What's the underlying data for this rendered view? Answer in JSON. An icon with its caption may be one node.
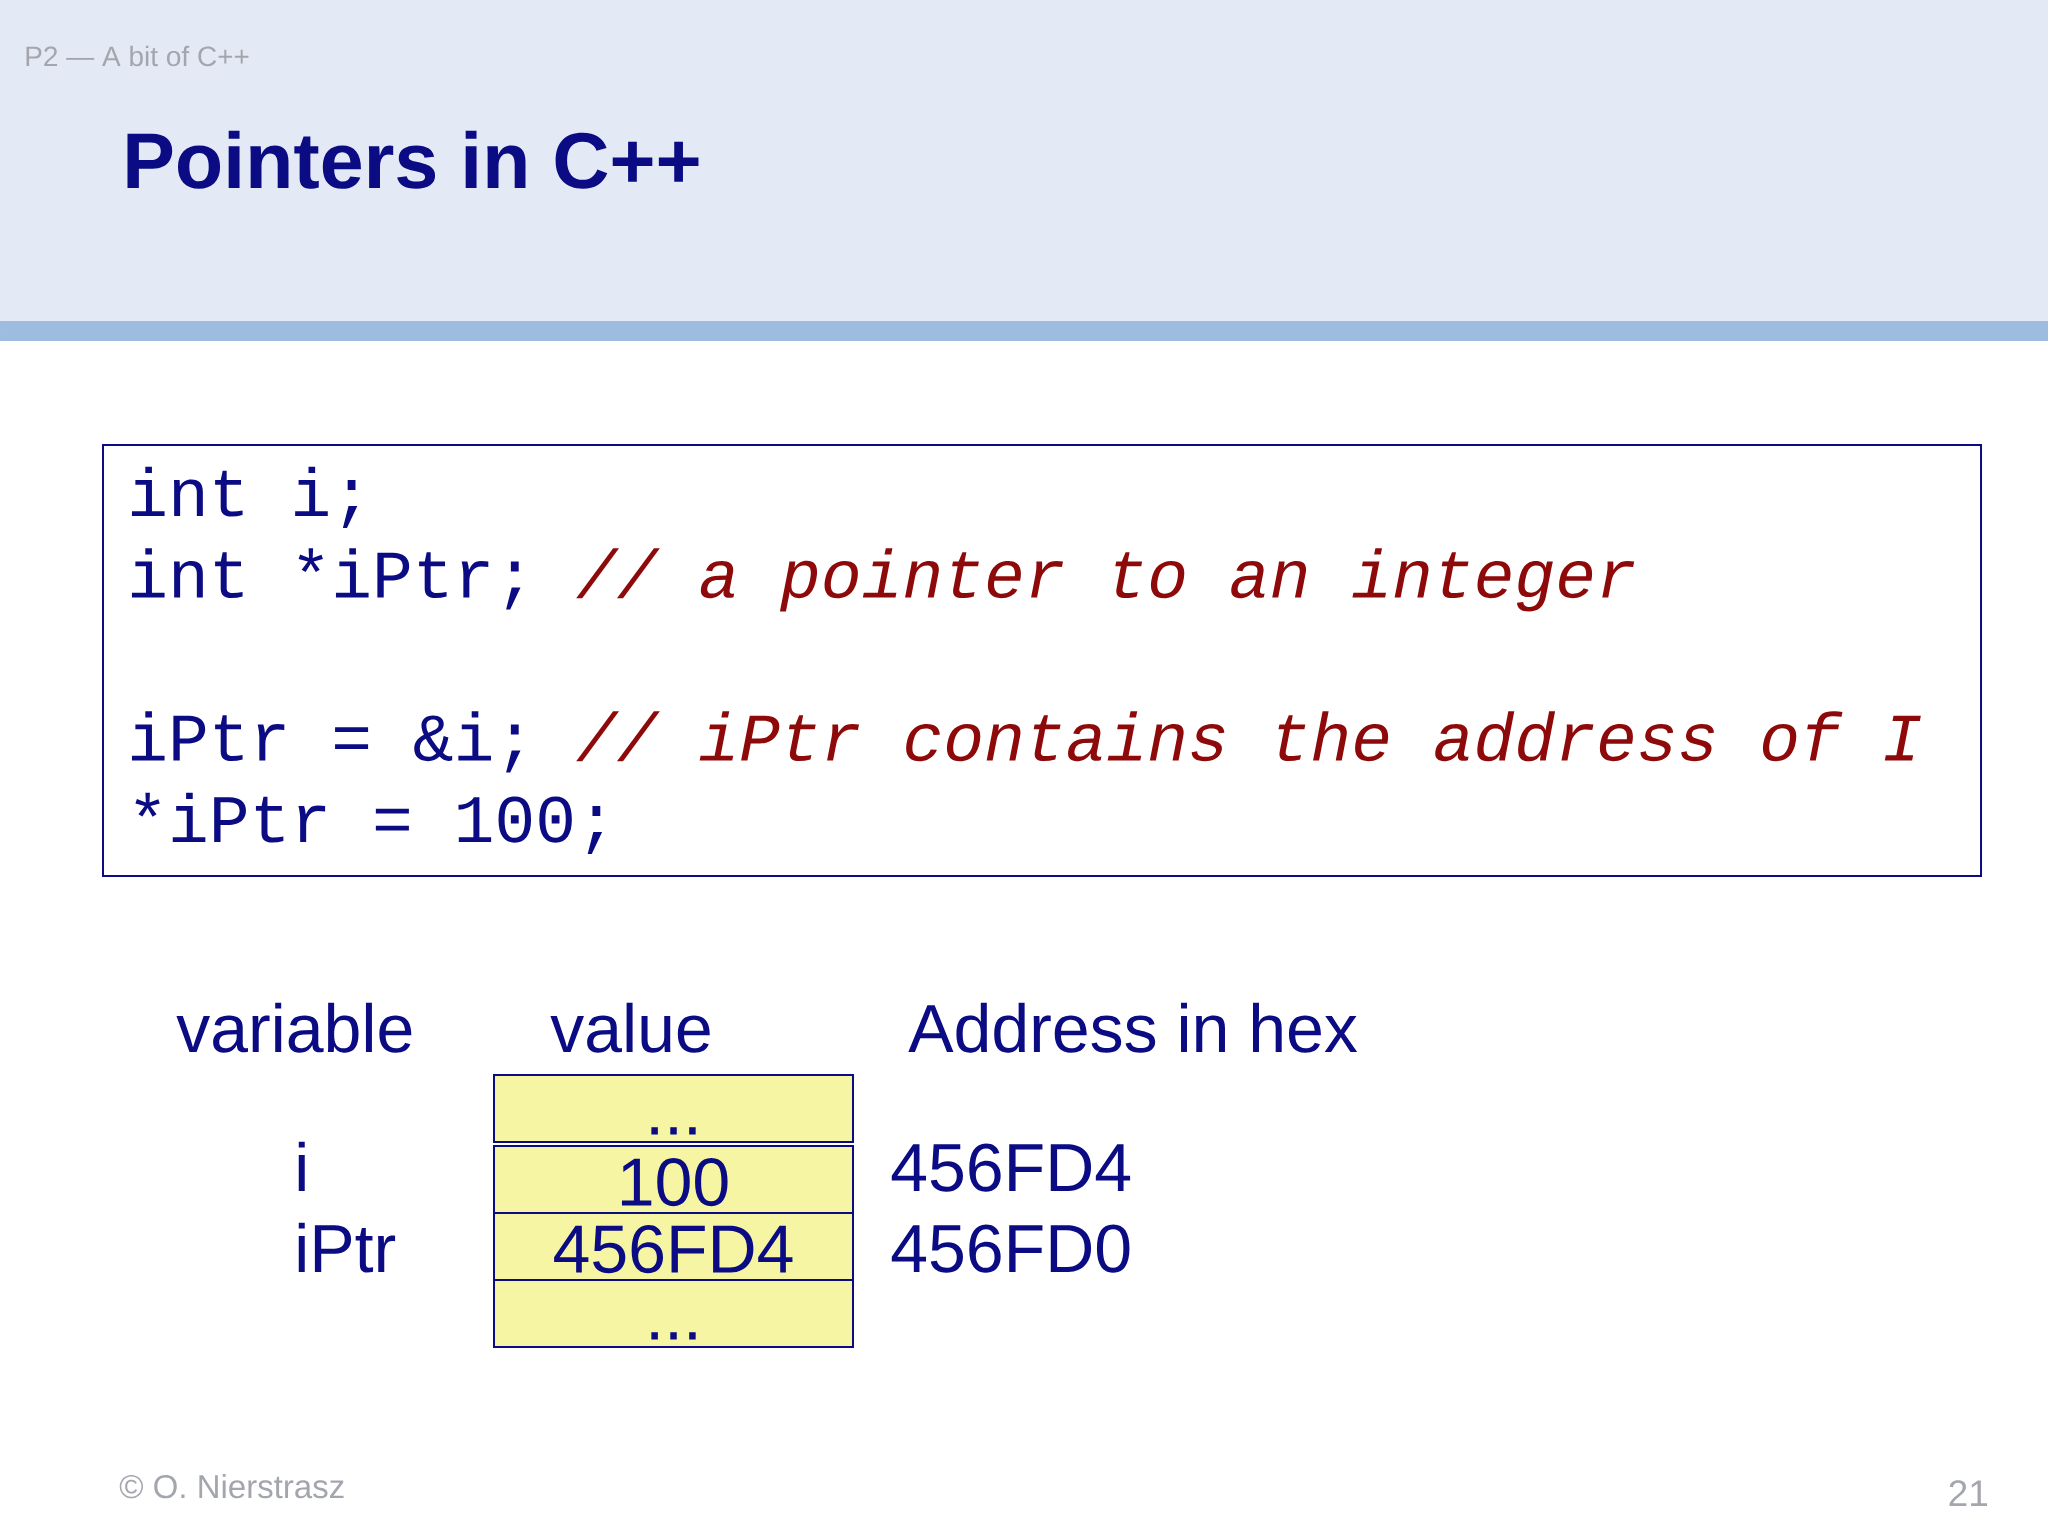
{
  "diagram": {
    "title": "Pointers in C++",
    "nodes": [
      {
        "text": [
          "int i;",
          "int *iPtr;",
          "// a pointer to an integer",
          "iPtr = &i;",
          "// iPtr contains the address of I",
          "*iPtr = 100;"
        ]
      },
      {
        "text": [
          "..."
        ]
      },
      {
        "text": [
          "100"
        ]
      },
      {
        "text": [
          "456FD4"
        ]
      },
      {
        "text": [
          "..."
        ]
      }
    ],
    "labels": [
      "P2 — A bit of C++",
      "variable",
      "value",
      "Address in hex",
      "i",
      "456FD4",
      "iPtr",
      "456FD0",
      "© O. Nierstrasz",
      "21"
    ]
  }
}
